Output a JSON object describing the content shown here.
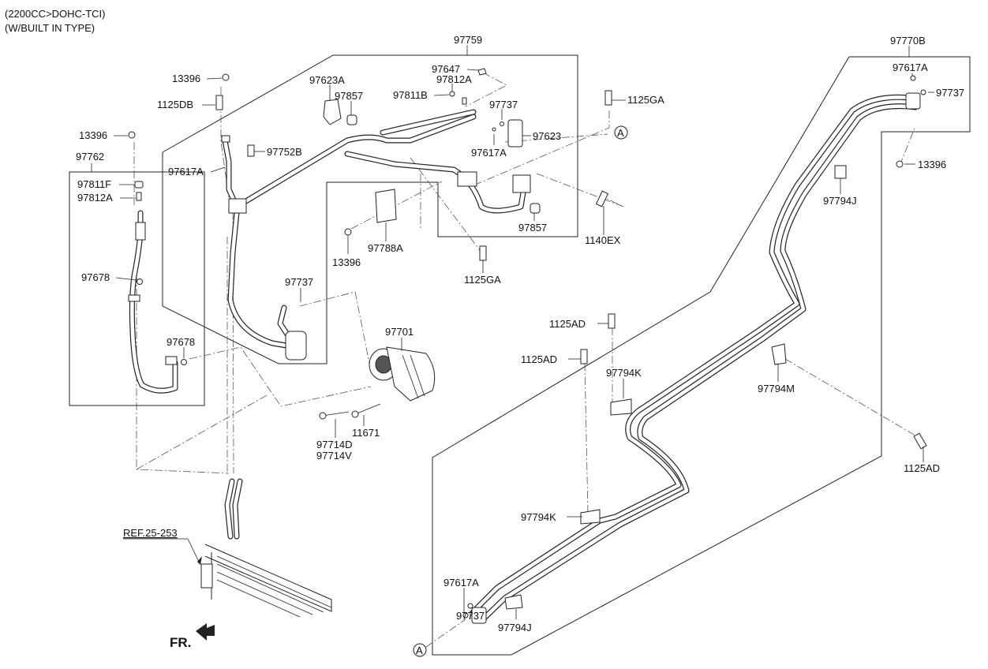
{
  "header": {
    "line1": "(2200CC>DOHC-TCI)",
    "line2": "(W/BUILT IN TYPE)"
  },
  "labels": {
    "p97759": "97759",
    "p97770B": "97770B",
    "p13396_a": "13396",
    "p1125DB": "1125DB",
    "p13396_b": "13396",
    "p97762": "97762",
    "p97811F": "97811F",
    "p97812A_a": "97812A",
    "p97678_a": "97678",
    "p97678_b": "97678",
    "p97623A": "97623A",
    "p97857_a": "97857",
    "p97647": "97647",
    "p97812A_b": "97812A",
    "p97811B": "97811B",
    "p97737_a": "97737",
    "p97623": "97623",
    "p97617A_a": "97617A",
    "p97752B": "97752B",
    "p97617A_b": "97617A",
    "p1125GA_a": "1125GA",
    "p97857_b": "97857",
    "p1140EX": "1140EX",
    "p13396_c": "13396",
    "p97788A": "97788A",
    "p1125GA_b": "1125GA",
    "p97737_b": "97737",
    "p97701": "97701",
    "p97714D": "97714D",
    "p97714V": "97714V",
    "p11671": "11671",
    "p97617A_c": "97617A",
    "p97737_c": "97737",
    "p13396_d": "13396",
    "p97794J_a": "97794J",
    "p1125AD_a": "1125AD",
    "p1125AD_b": "1125AD",
    "p97794K_a": "97794K",
    "p97794M": "97794M",
    "p1125AD_c": "1125AD",
    "p97794K_b": "97794K",
    "p97617A_d": "97617A",
    "p97737_d": "97737",
    "p97794J_b": "97794J",
    "ref": "REF.25-253",
    "fr": "FR.",
    "markerA_top": "A",
    "markerA_bottom": "A"
  },
  "colors": {
    "line": "#222222",
    "background": "#ffffff"
  }
}
